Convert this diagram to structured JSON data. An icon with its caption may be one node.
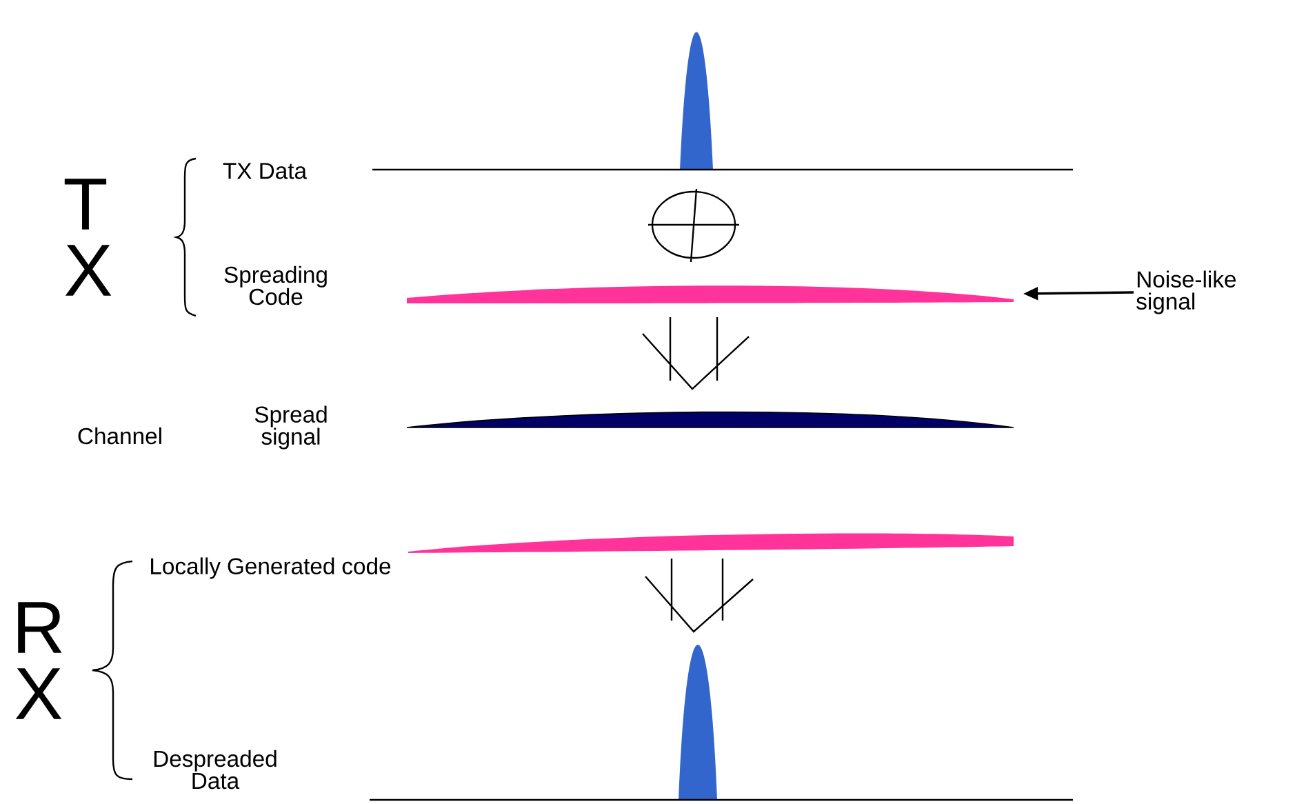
{
  "diagram": {
    "nodes": [
      {
        "text": [
          "Noise-like signal"
        ]
      },
      {
        "text": [],
        "shape": "picture"
      }
    ],
    "edges": [
      {
        "from": 0,
        "to": 1,
        "arrow": "to"
      }
    ],
    "labels": [
      "T",
      "X",
      "TX Data",
      "Spreading Code",
      "Channel",
      "Spread signal",
      "R",
      "X",
      "Locally Generated code",
      "Despreaded Data"
    ]
  }
}
